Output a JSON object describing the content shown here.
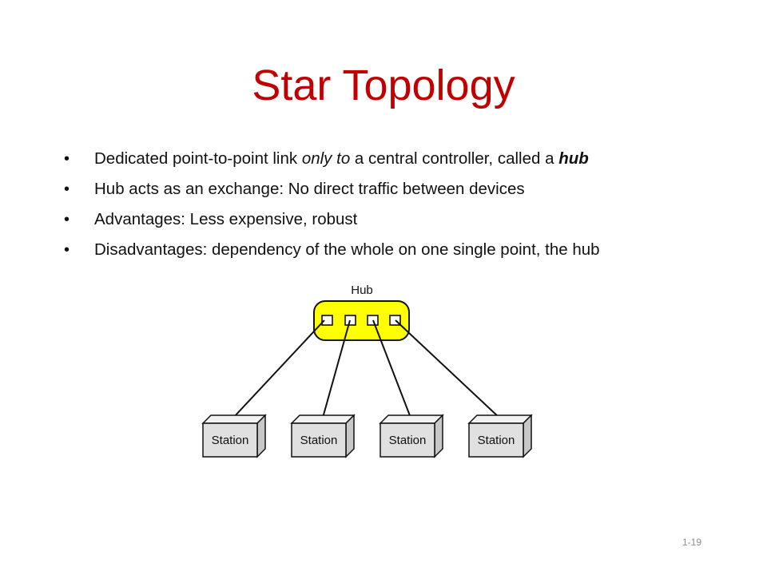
{
  "slide": {
    "title": "Star Topology",
    "page_number": "1-19"
  },
  "bullets": [
    {
      "segments": [
        {
          "text": "Dedicated point-to-point link ",
          "style": "normal"
        },
        {
          "text": "only to",
          "style": "italic"
        },
        {
          "text": " a central controller, called a ",
          "style": "normal"
        },
        {
          "text": "hub",
          "style": "bold-italic"
        }
      ]
    },
    {
      "segments": [
        {
          "text": "Hub acts as an exchange: No direct traffic between devices",
          "style": "normal"
        }
      ]
    },
    {
      "segments": [
        {
          "text": "Advantages: Less expensive, robust",
          "style": "normal"
        }
      ]
    },
    {
      "segments": [
        {
          "text": "Disadvantages: dependency of the whole on one single point, the hub",
          "style": "normal"
        }
      ]
    }
  ],
  "diagram": {
    "hub_label": "Hub",
    "stations": [
      "Station",
      "Station",
      "Station",
      "Station"
    ]
  },
  "colors": {
    "title": "#c00000",
    "hub_fill": "#ffff00",
    "station_fill": "#e0e0e0"
  }
}
